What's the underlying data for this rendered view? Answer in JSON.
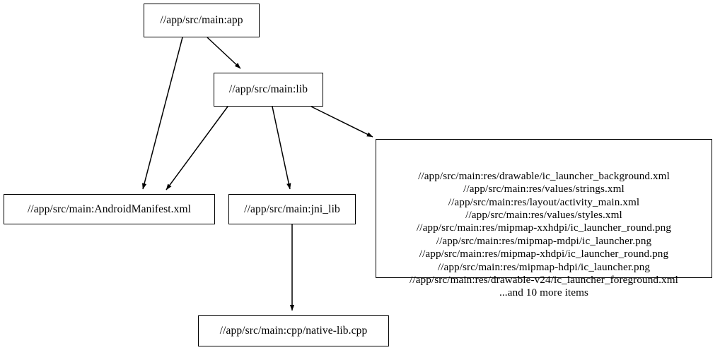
{
  "graph": {
    "type": "directed-dependency-graph",
    "background_color": "#ffffff",
    "node_border_color": "#000000",
    "edge_color": "#000000",
    "nodes": [
      {
        "id": "app",
        "label": "//app/src/main:app"
      },
      {
        "id": "lib",
        "label": "//app/src/main:lib"
      },
      {
        "id": "manifest",
        "label": "//app/src/main:AndroidManifest.xml"
      },
      {
        "id": "jni_lib",
        "label": "//app/src/main:jni_lib"
      },
      {
        "id": "native_lib_cpp",
        "label": "//app/src/main:cpp/native-lib.cpp"
      },
      {
        "id": "resources",
        "label": "//app/src/main:res/drawable/ic_launcher_background.xml\n//app/src/main:res/values/strings.xml\n//app/src/main:res/layout/activity_main.xml\n//app/src/main:res/values/styles.xml\n//app/src/main:res/mipmap-xxhdpi/ic_launcher_round.png\n//app/src/main:res/mipmap-mdpi/ic_launcher.png\n//app/src/main:res/mipmap-xhdpi/ic_launcher_round.png\n//app/src/main:res/mipmap-hdpi/ic_launcher.png\n//app/src/main:res/drawable-v24/ic_launcher_foreground.xml\n...and 10 more items",
        "lines": [
          "//app/src/main:res/drawable/ic_launcher_background.xml",
          "//app/src/main:res/values/strings.xml",
          "//app/src/main:res/layout/activity_main.xml",
          "//app/src/main:res/values/styles.xml",
          "//app/src/main:res/mipmap-xxhdpi/ic_launcher_round.png",
          "//app/src/main:res/mipmap-mdpi/ic_launcher.png",
          "//app/src/main:res/mipmap-xhdpi/ic_launcher_round.png",
          "//app/src/main:res/mipmap-hdpi/ic_launcher.png",
          "//app/src/main:res/drawable-v24/ic_launcher_foreground.xml",
          "...and 10 more items"
        ]
      }
    ],
    "edges": [
      {
        "from": "app",
        "to": "lib"
      },
      {
        "from": "app",
        "to": "manifest"
      },
      {
        "from": "lib",
        "to": "manifest"
      },
      {
        "from": "lib",
        "to": "jni_lib"
      },
      {
        "from": "lib",
        "to": "resources"
      },
      {
        "from": "jni_lib",
        "to": "native_lib_cpp"
      }
    ]
  }
}
